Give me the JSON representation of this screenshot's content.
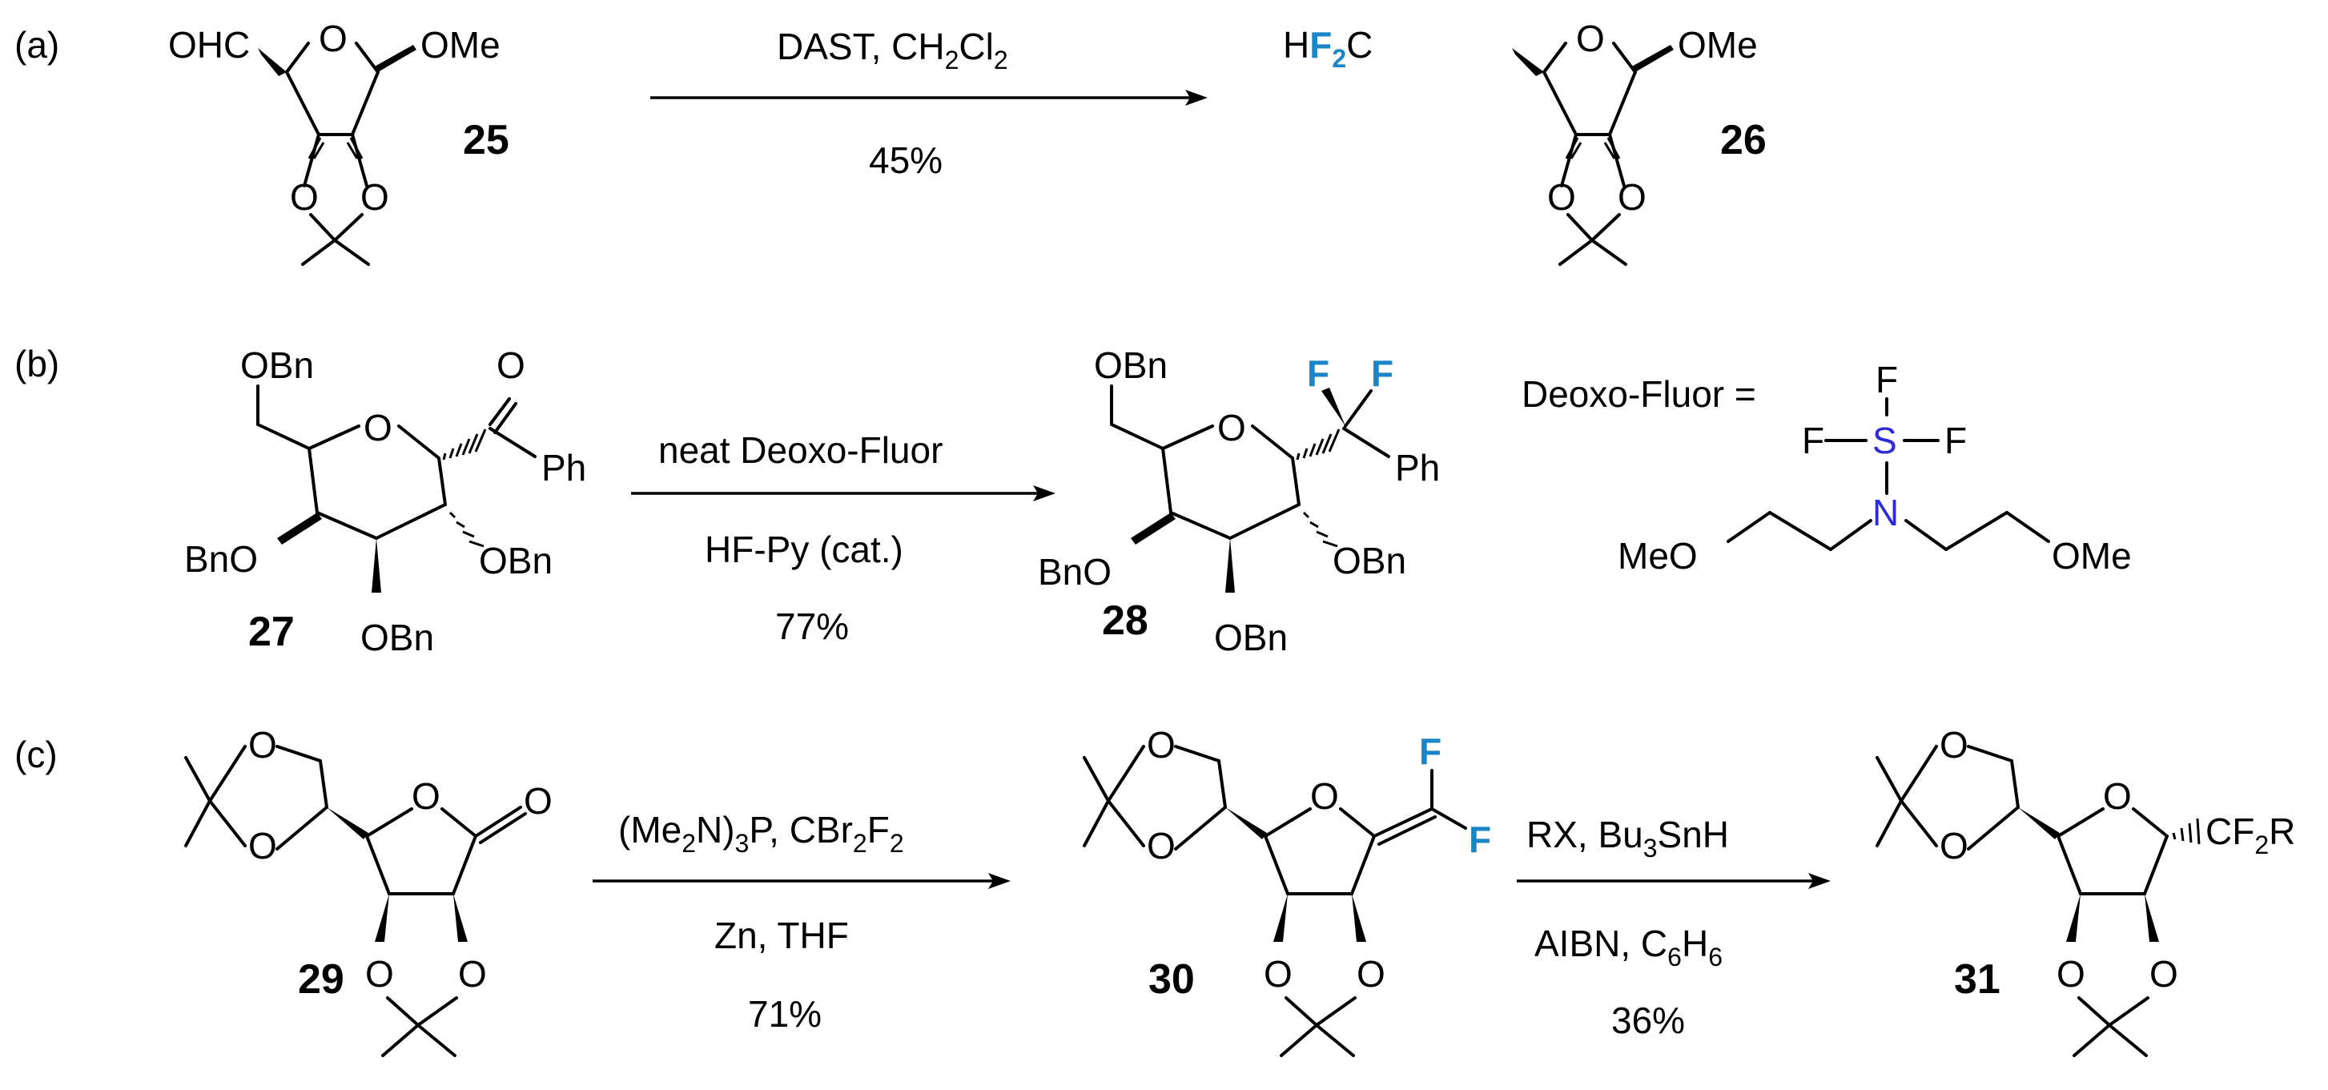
{
  "colors": {
    "fluorine": "#1a86c8",
    "ink": "#000000"
  },
  "part_labels": [
    "(a)",
    "(b)",
    "(c)"
  ],
  "compounds": {
    "c25": "25",
    "c26": "26",
    "c27": "27",
    "c28": "28",
    "c29": "29",
    "c30": "30",
    "c31": "31"
  },
  "atoms": {
    "O": "O",
    "OHC": "OHC",
    "OMe": "OMe",
    "H": "H",
    "F2": "F",
    "sub2": "2",
    "C": "C",
    "OBn": "OBn",
    "BnO": "BnO",
    "Ph": "Ph",
    "F": "F",
    "S": "S",
    "N": "N",
    "MeO": "MeO",
    "CF": "CF",
    "R": "R"
  },
  "reactions": {
    "a": {
      "above": "DAST, CH",
      "above_sub1": "2",
      "above_mid": "Cl",
      "above_sub2": "2",
      "below": "45%"
    },
    "b": {
      "line1": "neat Deoxo-Fluor",
      "line2": "HF-Py (cat.)",
      "line3": "77%"
    },
    "c1": {
      "above_p1": "(Me",
      "above_s1": "2",
      "above_p2": "N)",
      "above_s2": "3",
      "above_p3": "P, CBr",
      "above_s3": "2",
      "above_p4": "F",
      "above_s4": "2",
      "below1": "Zn, THF",
      "below2": "71%"
    },
    "c2": {
      "above_p1": "RX, Bu",
      "above_s1": "3",
      "above_p2": "SnH",
      "below_p1": "AIBN, C",
      "below_s1": "6",
      "below_p2": "H",
      "below_s2": "6",
      "below2": "36%"
    }
  },
  "deoxofluor_label": "Deoxo-Fluor ="
}
